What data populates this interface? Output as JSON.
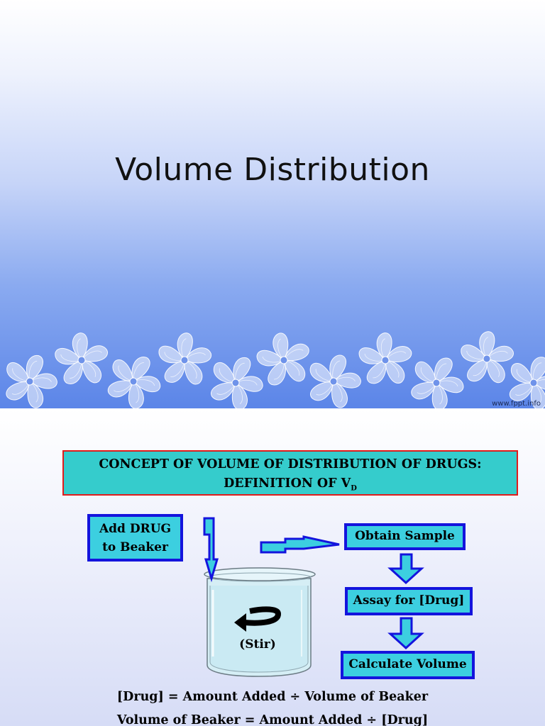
{
  "slide1": {
    "title": "Volume Distribution",
    "footer_credit": "www.fppt.info"
  },
  "slide2": {
    "header_line1": "CONCEPT OF VOLUME OF DISTRIBUTION OF DRUGS:",
    "header_line2_prefix": "DEFINITION OF V",
    "header_line2_subscript": "D",
    "flow": {
      "add_drug_line1": "Add DRUG",
      "add_drug_line2": "to Beaker",
      "obtain_sample": "Obtain Sample",
      "assay": "Assay for [Drug]",
      "calculate": "Calculate Volume",
      "stir": "(Stir)"
    },
    "equation1": "[Drug] = Amount Added ÷ Volume of Beaker",
    "equation2": "Volume of Beaker = Amount Added ÷ [Drug]"
  },
  "colors": {
    "box_fill": "#3ccfe0",
    "box_border": "#1414dd",
    "header_border": "#e01b1b",
    "header_fill": "#35cccc"
  },
  "icons": [
    "flower-icon",
    "down-arrow-icon",
    "right-arrow-icon",
    "beaker-icon",
    "curved-arrow-icon"
  ]
}
